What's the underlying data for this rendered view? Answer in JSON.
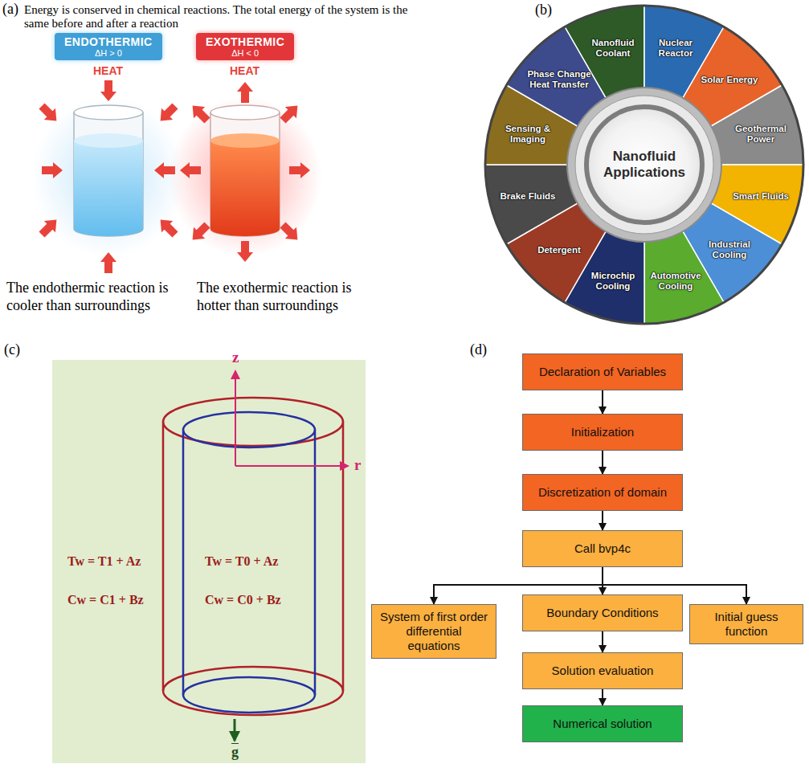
{
  "diagram": {
    "nodes": [
      {
        "text": [
          "ENDOTHERMIC",
          "ΔH > 0"
        ]
      },
      {
        "text": [
          "EXOTHERMIC",
          "ΔH < 0"
        ]
      },
      {
        "text": [
          "Nanofluid Applications"
        ]
      },
      {
        "text": [
          "Declaration of Variables"
        ]
      },
      {
        "text": [
          "Initialization"
        ]
      },
      {
        "text": [
          "Discretization of domain"
        ]
      },
      {
        "text": [
          "Call bvp4c"
        ]
      },
      {
        "text": [
          "System of first order differential equations"
        ]
      },
      {
        "text": [
          "Boundary Conditions"
        ]
      },
      {
        "text": [
          "Initial guess function"
        ]
      },
      {
        "text": [
          "Solution evaluation"
        ]
      },
      {
        "text": [
          "Numerical solution"
        ]
      }
    ],
    "edges": [
      {
        "from": 3,
        "to": 4,
        "arrow": "to"
      },
      {
        "from": 4,
        "to": 5,
        "arrow": "to"
      },
      {
        "from": 5,
        "to": 6,
        "arrow": "to"
      },
      {
        "from": 6,
        "to": 7,
        "arrow": "to"
      },
      {
        "from": 6,
        "to": 8,
        "arrow": "to"
      },
      {
        "from": 6,
        "to": 9,
        "arrow": "to"
      },
      {
        "from": 8,
        "to": 10,
        "arrow": "to"
      },
      {
        "from": 10,
        "to": 11,
        "arrow": "to"
      }
    ],
    "labels": [
      "(a)",
      "Energy is conserved in chemical reactions. The total energy of the system is the same before and after a reaction",
      "HEAT",
      "HEAT",
      "The endothermic reaction is cooler than surroundings",
      "The exothermic reaction is hotter than surroundings",
      "(b)",
      "Nanofluid Coolant",
      "Nuclear Reactor",
      "Solar Energy",
      "Geothermal Power",
      "Smart Fluids",
      "Industrial Cooling",
      "Automotive Cooling",
      "Microchip Cooling",
      "Detergent",
      "Brake Fluids",
      "Sensing & Imaging",
      "Phase Change Heat Transfer",
      "(c)",
      "z",
      "r",
      "Tw = T1 + Az",
      "Cw = C1 + Bz",
      "Tw = T0 + Az",
      "Cw = C0 + Bz",
      "g",
      "(d)"
    ]
  }
}
